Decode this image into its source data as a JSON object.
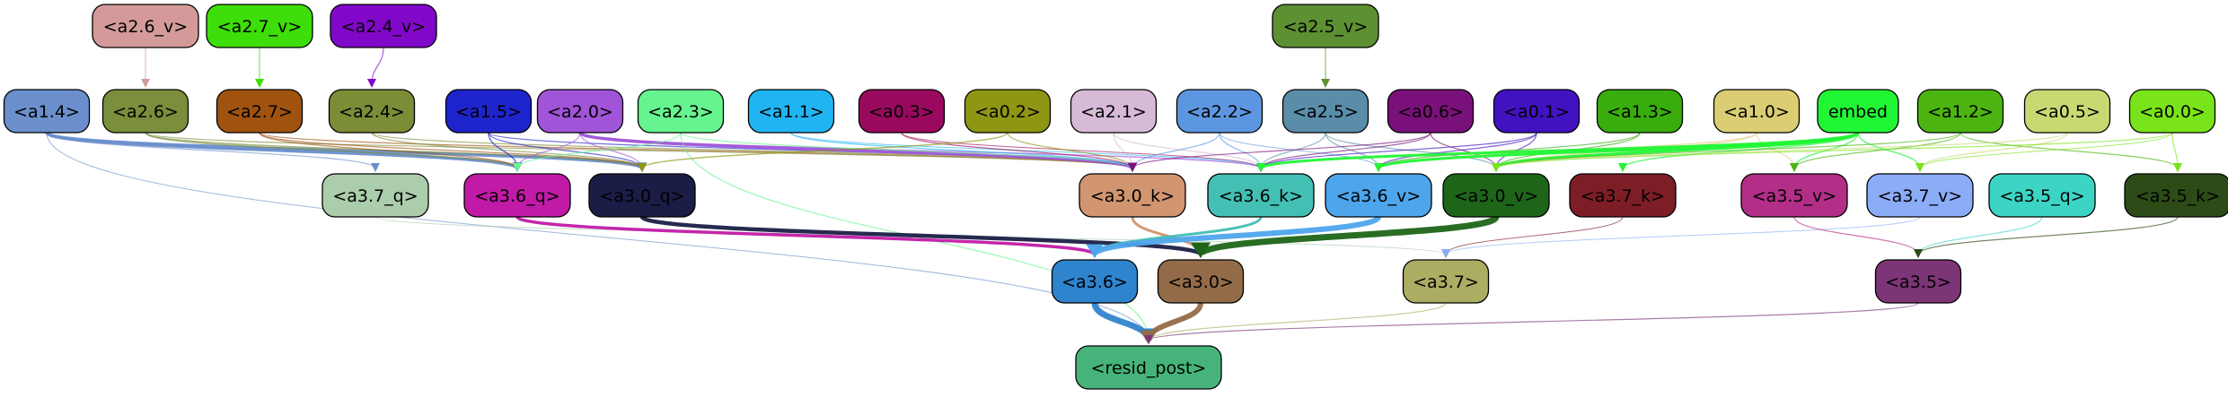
{
  "nodes": [
    {
      "id": "a2_6_v",
      "label": "<a2.6_v>",
      "fill": "#d49a9a"
    },
    {
      "id": "a2_7_v",
      "label": "<a2.7_v>",
      "fill": "#3dde09"
    },
    {
      "id": "a2_4_v",
      "label": "<a2.4_v>",
      "fill": "#8108c8"
    },
    {
      "id": "a2_5_v",
      "label": "<a2.5_v>",
      "fill": "#5d8f33"
    },
    {
      "id": "a1_4",
      "label": "<a1.4>",
      "fill": "#6a8fcc"
    },
    {
      "id": "a2_6",
      "label": "<a2.6>",
      "fill": "#7b8e3b"
    },
    {
      "id": "a2_7",
      "label": "<a2.7>",
      "fill": "#a0520f"
    },
    {
      "id": "a2_4",
      "label": "<a2.4>",
      "fill": "#7b8d37"
    },
    {
      "id": "a1_5",
      "label": "<a1.5>",
      "fill": "#1e24cc"
    },
    {
      "id": "a2_0",
      "label": "<a2.0>",
      "fill": "#a054d8"
    },
    {
      "id": "a2_3",
      "label": "<a2.3>",
      "fill": "#66f490"
    },
    {
      "id": "a1_1",
      "label": "<a1.1>",
      "fill": "#20b5f2"
    },
    {
      "id": "a0_3",
      "label": "<a0.3>",
      "fill": "#99095d"
    },
    {
      "id": "a0_2",
      "label": "<a0.2>",
      "fill": "#8e9613"
    },
    {
      "id": "a2_1",
      "label": "<a2.1>",
      "fill": "#d7bad7"
    },
    {
      "id": "a2_2",
      "label": "<a2.2>",
      "fill": "#5d96e0"
    },
    {
      "id": "a2_5",
      "label": "<a2.5>",
      "fill": "#5a8da9"
    },
    {
      "id": "a0_6",
      "label": "<a0.6>",
      "fill": "#7a117a"
    },
    {
      "id": "a0_1",
      "label": "<a0.1>",
      "fill": "#4012c0"
    },
    {
      "id": "a1_3",
      "label": "<a1.3>",
      "fill": "#38ad0d"
    },
    {
      "id": "a1_0",
      "label": "<a1.0>",
      "fill": "#dbcd73"
    },
    {
      "id": "embed",
      "label": "embed",
      "fill": "#21f635"
    },
    {
      "id": "a1_2",
      "label": "<a1.2>",
      "fill": "#4cb512"
    },
    {
      "id": "a0_5",
      "label": "<a0.5>",
      "fill": "#c7da72"
    },
    {
      "id": "a0_0",
      "label": "<a0.0>",
      "fill": "#7ae41a"
    },
    {
      "id": "a3_7_q",
      "label": "<a3.7_q>",
      "fill": "#abcdab"
    },
    {
      "id": "a3_6_q",
      "label": "<a3.6_q>",
      "fill": "#c11aa6"
    },
    {
      "id": "a3_0_q",
      "label": "<a3.0_q>",
      "fill": "#1b1d46"
    },
    {
      "id": "a3_0_k",
      "label": "<a3.0_k>",
      "fill": "#d19570"
    },
    {
      "id": "a3_6_k",
      "label": "<a3.6_k>",
      "fill": "#43bfb3"
    },
    {
      "id": "a3_6_v",
      "label": "<a3.6_v>",
      "fill": "#4da5ec"
    },
    {
      "id": "a3_0_v",
      "label": "<a3.0_v>",
      "fill": "#1e6519"
    },
    {
      "id": "a3_7_k",
      "label": "<a3.7_k>",
      "fill": "#7d1d26"
    },
    {
      "id": "a3_5_v",
      "label": "<a3.5_v>",
      "fill": "#b22e87"
    },
    {
      "id": "a3_7_v",
      "label": "<a3.7_v>",
      "fill": "#8bacf7"
    },
    {
      "id": "a3_5_q",
      "label": "<a3.5_q>",
      "fill": "#3cd5c5"
    },
    {
      "id": "a3_5_k",
      "label": "<a3.5_k>",
      "fill": "#2c4b17"
    },
    {
      "id": "a3_6",
      "label": "<a3.6>",
      "fill": "#2f84ce"
    },
    {
      "id": "a3_0",
      "label": "<a3.0>",
      "fill": "#936b48"
    },
    {
      "id": "a3_7",
      "label": "<a3.7>",
      "fill": "#abad63"
    },
    {
      "id": "a3_5",
      "label": "<a3.5>",
      "fill": "#7c3577"
    },
    {
      "id": "resid_post",
      "label": "<resid_post>",
      "fill": "#46b47a"
    }
  ],
  "edges": [
    {
      "from": "a2_6_v",
      "to": "a2_6",
      "color": "#d49a9a",
      "weight": 1.2
    },
    {
      "from": "a2_7_v",
      "to": "a2_7",
      "color": "#3dde09",
      "weight": 1.2
    },
    {
      "from": "a2_4_v",
      "to": "a2_4",
      "color": "#8108c8",
      "weight": 1.2
    },
    {
      "from": "a2_5_v",
      "to": "a2_5",
      "color": "#5d8f33",
      "weight": 1.2
    },
    {
      "from": "a1_4",
      "to": "a3_7_q",
      "color": "#6a8fcc",
      "weight": 1.2
    },
    {
      "from": "a1_4",
      "to": "a3_6_q",
      "color": "#6a8fcc",
      "weight": 3.5
    },
    {
      "from": "a1_4",
      "to": "a3_0_q",
      "color": "#6a8fcc",
      "weight": 3.5
    },
    {
      "from": "a1_4",
      "to": "resid_post",
      "color": "#6a8fcc",
      "weight": 1.0
    },
    {
      "from": "a2_6",
      "to": "a3_6_q",
      "color": "#7b8e3b",
      "weight": 1.5
    },
    {
      "from": "a2_6",
      "to": "a3_0_q",
      "color": "#7b8e3b",
      "weight": 1.5
    },
    {
      "from": "a2_6",
      "to": "a3_0_k",
      "color": "#7b8e3b",
      "weight": 1.2
    },
    {
      "from": "a2_7",
      "to": "a3_6_q",
      "color": "#a0520f",
      "weight": 1.2
    },
    {
      "from": "a2_7",
      "to": "a3_0_q",
      "color": "#a0520f",
      "weight": 1.2
    },
    {
      "from": "a2_7",
      "to": "a3_0_k",
      "color": "#a0520f",
      "weight": 1.2
    },
    {
      "from": "a2_4",
      "to": "a3_0_q",
      "color": "#7b8d37",
      "weight": 1.2
    },
    {
      "from": "a2_4",
      "to": "a3_0_k",
      "color": "#7b8d37",
      "weight": 1.2
    },
    {
      "from": "a1_5",
      "to": "a3_6_q",
      "color": "#1e24cc",
      "weight": 1.5
    },
    {
      "from": "a1_5",
      "to": "a3_0_q",
      "color": "#1e24cc",
      "weight": 1.2
    },
    {
      "from": "a1_5",
      "to": "a3_0_k",
      "color": "#1e24cc",
      "weight": 1.2
    },
    {
      "from": "a2_0",
      "to": "a3_6_q",
      "color": "#a054d8",
      "weight": 1.2
    },
    {
      "from": "a2_0",
      "to": "a3_0_q",
      "color": "#a054d8",
      "weight": 1.2
    },
    {
      "from": "a2_0",
      "to": "a3_0_k",
      "color": "#a054d8",
      "weight": 3.5
    },
    {
      "from": "a2_0",
      "to": "a3_6_k",
      "color": "#a054d8",
      "weight": 1.5
    },
    {
      "from": "a2_3",
      "to": "a3_6_q",
      "color": "#66f490",
      "weight": 1.2
    },
    {
      "from": "a2_3",
      "to": "a3_0_k",
      "color": "#66f490",
      "weight": 1.2
    },
    {
      "from": "a2_3",
      "to": "resid_post",
      "color": "#66f490",
      "weight": 1.2
    },
    {
      "from": "a1_1",
      "to": "a3_0_k",
      "color": "#20b5f2",
      "weight": 1.2
    },
    {
      "from": "a1_1",
      "to": "a3_6_k",
      "color": "#20b5f2",
      "weight": 1.0
    },
    {
      "from": "a0_3",
      "to": "a3_0_k",
      "color": "#99095d",
      "weight": 1.2
    },
    {
      "from": "a0_3",
      "to": "a3_6_k",
      "color": "#99095d",
      "weight": 1.0
    },
    {
      "from": "a0_2",
      "to": "a3_0_q",
      "color": "#8e9613",
      "weight": 1.5
    },
    {
      "from": "a0_2",
      "to": "a3_0_k",
      "color": "#8e9613",
      "weight": 1.2
    },
    {
      "from": "a2_1",
      "to": "a3_0_k",
      "color": "#d7bad7",
      "weight": 1.2
    },
    {
      "from": "a2_1",
      "to": "a3_6_k",
      "color": "#d7bad7",
      "weight": 1.2
    },
    {
      "from": "a2_2",
      "to": "a3_0_k",
      "color": "#5d96e0",
      "weight": 1.2
    },
    {
      "from": "a2_2",
      "to": "a3_6_k",
      "color": "#5d96e0",
      "weight": 1.2
    },
    {
      "from": "a2_2",
      "to": "a3_6_v",
      "color": "#5d96e0",
      "weight": 1.0
    },
    {
      "from": "a2_5",
      "to": "a3_6_k",
      "color": "#5a8da9",
      "weight": 1.2
    },
    {
      "from": "a2_5",
      "to": "a3_6_v",
      "color": "#5a8da9",
      "weight": 1.2
    },
    {
      "from": "a2_5",
      "to": "a3_0_v",
      "color": "#5a8da9",
      "weight": 1.2
    },
    {
      "from": "a0_6",
      "to": "a3_0_k",
      "color": "#7a117a",
      "weight": 1.2
    },
    {
      "from": "a0_6",
      "to": "a3_6_k",
      "color": "#7a117a",
      "weight": 1.2
    },
    {
      "from": "a0_6",
      "to": "a3_0_v",
      "color": "#7a117a",
      "weight": 1.2
    },
    {
      "from": "a0_1",
      "to": "a3_6_k",
      "color": "#4012c0",
      "weight": 1.2
    },
    {
      "from": "a0_1",
      "to": "a3_6_v",
      "color": "#4012c0",
      "weight": 1.2
    },
    {
      "from": "a0_1",
      "to": "a3_0_v",
      "color": "#4012c0",
      "weight": 1.2
    },
    {
      "from": "a1_3",
      "to": "a3_6_v",
      "color": "#38ad0d",
      "weight": 1.2
    },
    {
      "from": "a1_3",
      "to": "a3_0_v",
      "color": "#38ad0d",
      "weight": 1.2
    },
    {
      "from": "a1_0",
      "to": "a3_6_v",
      "color": "#dbcd73",
      "weight": 1.2
    },
    {
      "from": "a1_0",
      "to": "a3_0_v",
      "color": "#dbcd73",
      "weight": 1.2
    },
    {
      "from": "a1_0",
      "to": "a3_5_v",
      "color": "#dbcd73",
      "weight": 1.2
    },
    {
      "from": "embed",
      "to": "a3_6_k",
      "color": "#21f635",
      "weight": 3.0
    },
    {
      "from": "embed",
      "to": "a3_6_v",
      "color": "#21f635",
      "weight": 3.0
    },
    {
      "from": "embed",
      "to": "a3_0_v",
      "color": "#21f635",
      "weight": 3.0
    },
    {
      "from": "embed",
      "to": "a3_7_k",
      "color": "#21f635",
      "weight": 1.5
    },
    {
      "from": "embed",
      "to": "a3_5_v",
      "color": "#21f635",
      "weight": 1.5
    },
    {
      "from": "embed",
      "to": "a3_7_v",
      "color": "#21f635",
      "weight": 1.5
    },
    {
      "from": "a1_2",
      "to": "a3_0_v",
      "color": "#4cb512",
      "weight": 1.2
    },
    {
      "from": "a1_2",
      "to": "a3_5_v",
      "color": "#4cb512",
      "weight": 1.2
    },
    {
      "from": "a1_2",
      "to": "a3_5_k",
      "color": "#4cb512",
      "weight": 1.2
    },
    {
      "from": "a0_5",
      "to": "a3_0_v",
      "color": "#c7da72",
      "weight": 1.2
    },
    {
      "from": "a0_5",
      "to": "a3_7_v",
      "color": "#c7da72",
      "weight": 1.2
    },
    {
      "from": "a0_0",
      "to": "a3_0_v",
      "color": "#7ae41a",
      "weight": 1.2
    },
    {
      "from": "a0_0",
      "to": "a3_7_v",
      "color": "#7ae41a",
      "weight": 1.0
    },
    {
      "from": "a0_0",
      "to": "a3_5_k",
      "color": "#7ae41a",
      "weight": 1.2
    },
    {
      "from": "a3_7_q",
      "to": "a3_7",
      "color": "#abcdab",
      "weight": 1.0
    },
    {
      "from": "a3_6_q",
      "to": "a3_6",
      "color": "#c11aa6",
      "weight": 3.5
    },
    {
      "from": "a3_0_q",
      "to": "a3_0",
      "color": "#1b1d46",
      "weight": 4.5
    },
    {
      "from": "a3_0_k",
      "to": "a3_0",
      "color": "#d19570",
      "weight": 3.0
    },
    {
      "from": "a3_6_k",
      "to": "a3_6",
      "color": "#43bfb3",
      "weight": 3.0
    },
    {
      "from": "a3_6_v",
      "to": "a3_6",
      "color": "#4da5ec",
      "weight": 6.0
    },
    {
      "from": "a3_0_v",
      "to": "a3_0",
      "color": "#1e6519",
      "weight": 7.0
    },
    {
      "from": "a3_7_k",
      "to": "a3_7",
      "color": "#7d1d26",
      "weight": 1.0
    },
    {
      "from": "a3_7_v",
      "to": "a3_7",
      "color": "#8bacf7",
      "weight": 1.0
    },
    {
      "from": "a3_5_v",
      "to": "a3_5",
      "color": "#b22e87",
      "weight": 1.2
    },
    {
      "from": "a3_5_q",
      "to": "a3_5",
      "color": "#3cd5c5",
      "weight": 1.2
    },
    {
      "from": "a3_5_k",
      "to": "a3_5",
      "color": "#2c4b17",
      "weight": 1.2
    },
    {
      "from": "a3_6",
      "to": "resid_post",
      "color": "#2f84ce",
      "weight": 7.0
    },
    {
      "from": "a3_0",
      "to": "resid_post",
      "color": "#936b48",
      "weight": 6.0
    },
    {
      "from": "a3_7",
      "to": "resid_post",
      "color": "#abad63",
      "weight": 1.2
    },
    {
      "from": "a3_5",
      "to": "resid_post",
      "color": "#7c3577",
      "weight": 1.2
    }
  ]
}
